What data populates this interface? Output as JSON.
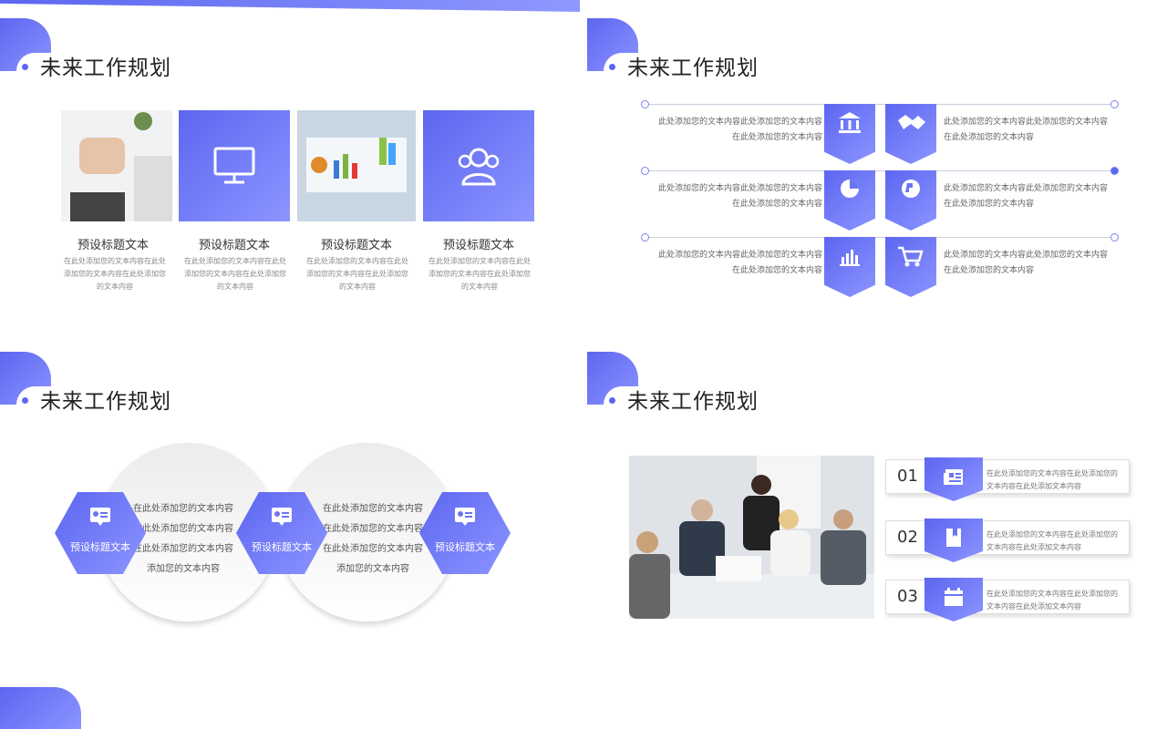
{
  "slide_title": "未来工作规划",
  "cards": [
    {
      "title": "预设标题文本",
      "desc": "在此处添加您的文本内容在此处添加您的文本内容在此处添加您的文本内容"
    },
    {
      "title": "预设标题文本",
      "desc": "在此处添加您的文本内容在此处添加您的文本内容在此处添加您的文本内容"
    },
    {
      "title": "预设标题文本",
      "desc": "在此处添加您的文本内容在此处添加您的文本内容在此处添加您的文本内容"
    },
    {
      "title": "预设标题文本",
      "desc": "在此处添加您的文本内容在此处添加您的文本内容在此处添加您的文本内容"
    }
  ],
  "timeline": {
    "left_text": [
      "此处添加您的文本内容此处添加您的文本内容",
      "在此处添加您的文本内容"
    ],
    "right_text": [
      "此处添加您的文本内容此处添加您的文本内容",
      "在此处添加您的文本内容"
    ]
  },
  "hex": {
    "label": "预设标题文本",
    "body": [
      "在此处添加您的文本内容",
      "在此处添加您的文本内容",
      "在此处添加您的文本内容",
      "添加您的文本内容"
    ]
  },
  "numbered": [
    {
      "num": "01",
      "text": "在此处添加您的文本内容在此处添加您的文本内容在此处添加文本内容"
    },
    {
      "num": "02",
      "text": "在此处添加您的文本内容在此处添加您的文本内容在此处添加文本内容"
    },
    {
      "num": "03",
      "text": "在此处添加您的文本内容在此处添加您的文本内容在此处添加文本内容"
    }
  ],
  "colors": {
    "accent": "#5d66f0",
    "accent_light": "#8c95ff"
  }
}
